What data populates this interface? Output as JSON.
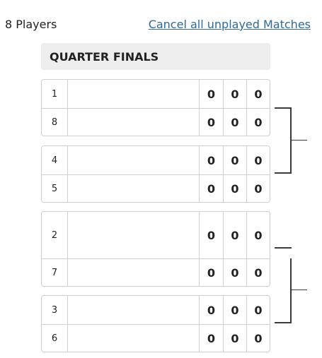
{
  "header": {
    "players_label": "8 Players",
    "cancel_label": "Cancel all unplayed Matches"
  },
  "round": {
    "title": "QUARTER FINALS"
  },
  "matches": [
    {
      "players": [
        {
          "seed": "1",
          "scores": [
            "0",
            "0",
            "0"
          ]
        },
        {
          "seed": "8",
          "scores": [
            "0",
            "0",
            "0"
          ]
        }
      ]
    },
    {
      "players": [
        {
          "seed": "4",
          "scores": [
            "0",
            "0",
            "0"
          ]
        },
        {
          "seed": "5",
          "scores": [
            "0",
            "0",
            "0"
          ]
        }
      ]
    },
    {
      "players": [
        {
          "seed": "2",
          "scores": [
            "0",
            "0",
            "0"
          ]
        },
        {
          "seed": "7",
          "scores": [
            "0",
            "0",
            "0"
          ]
        }
      ]
    },
    {
      "players": [
        {
          "seed": "3",
          "scores": [
            "0",
            "0",
            "0"
          ]
        },
        {
          "seed": "6",
          "scores": [
            "0",
            "0",
            "0"
          ]
        }
      ]
    }
  ]
}
